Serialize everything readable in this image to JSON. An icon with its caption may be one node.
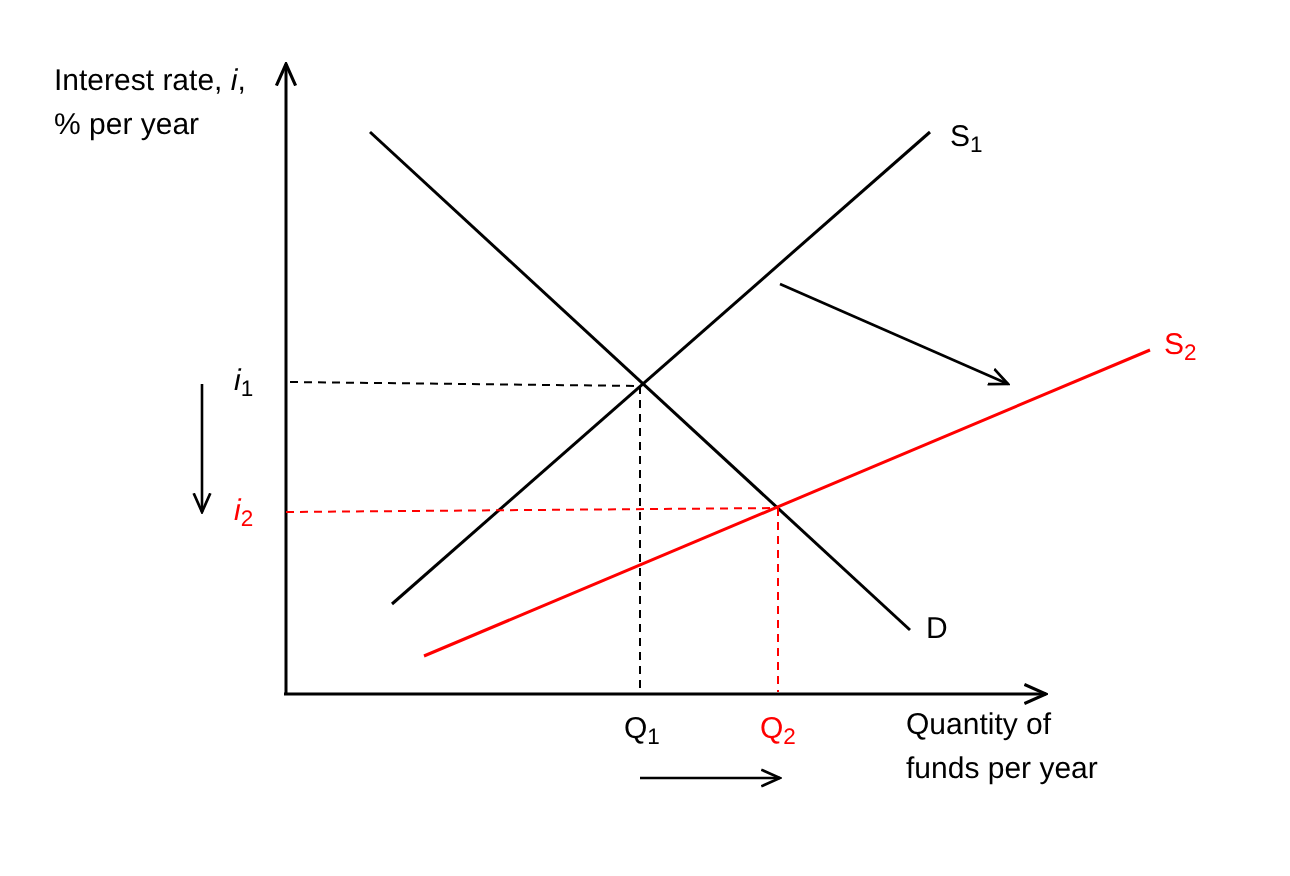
{
  "diagram": {
    "labels": [
      "Interest rate, *i*, % per year",
      "S$_{1}$",
      "S$_{2}$",
      "D",
      "*i*$_{1}$",
      "*i*$_{2}$",
      "Q$_{1}$",
      "Q$_{2}$",
      "Quantity of funds per year"
    ]
  }
}
